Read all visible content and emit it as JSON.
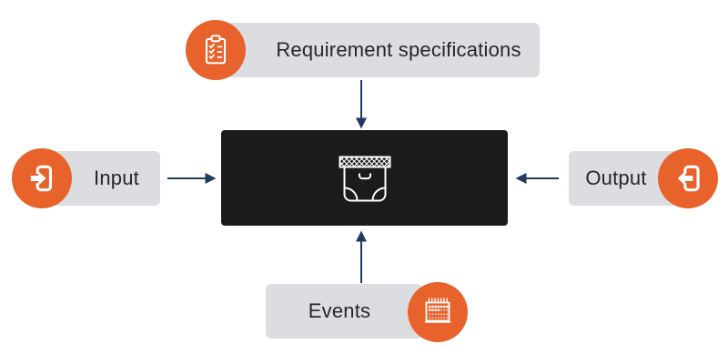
{
  "diagram": {
    "nodes": {
      "requirements": {
        "label": "Requirement specifications",
        "icon": "clipboard-checklist-icon"
      },
      "input": {
        "label": "Input",
        "icon": "sign-in-icon"
      },
      "output": {
        "label": "Output",
        "icon": "sign-out-icon"
      },
      "events": {
        "label": "Events",
        "icon": "calendar-icon"
      }
    },
    "center_box": {
      "icon": "archive-box-icon"
    },
    "colors": {
      "accent_orange": "#E8622C",
      "label_background": "#DBDDE0",
      "center_box_background": "#1B1B1D",
      "arrow": "#23395D",
      "label_text": "#26262B",
      "icon_stroke": "#FFFFFF",
      "page_background": "#FFFFFF"
    }
  }
}
